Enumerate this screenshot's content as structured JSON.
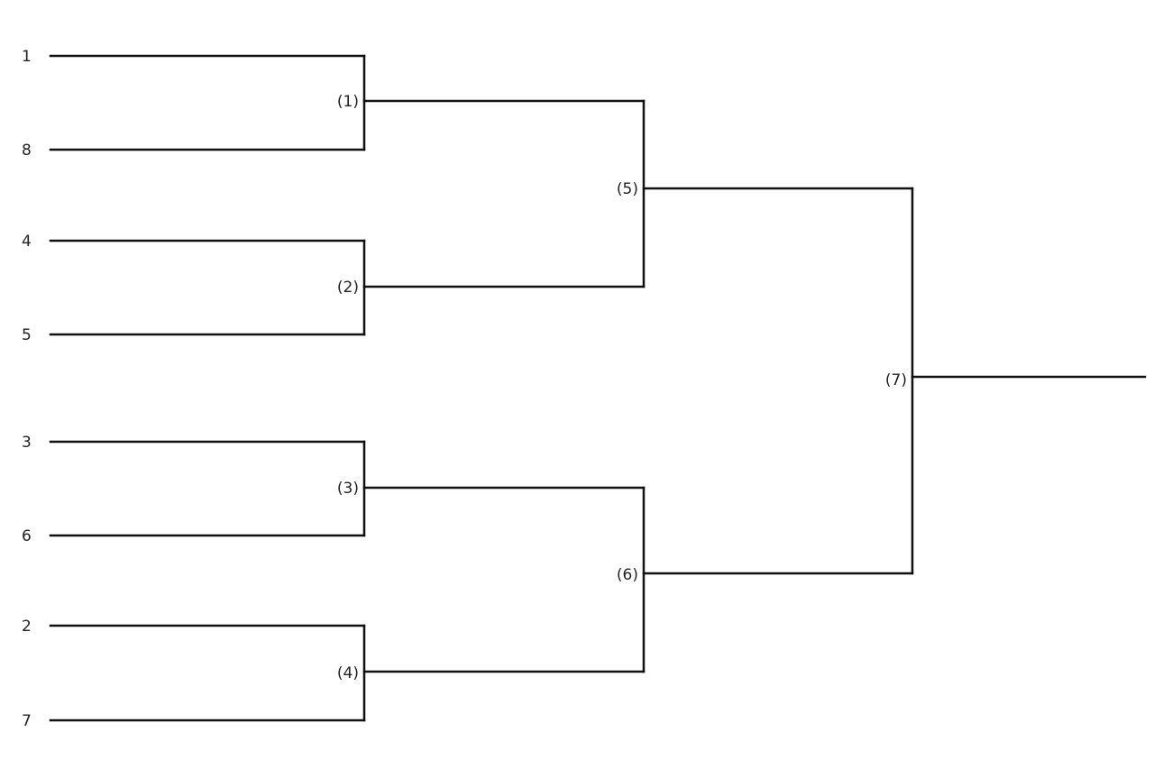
{
  "bracket": {
    "seeds": [
      "1",
      "8",
      "4",
      "5",
      "3",
      "6",
      "2",
      "7"
    ],
    "round1": [
      "(1)",
      "(2)",
      "(3)",
      "(4)"
    ],
    "round2": [
      "(5)",
      "(6)"
    ],
    "final": "(7)",
    "line_color": "#111111"
  }
}
